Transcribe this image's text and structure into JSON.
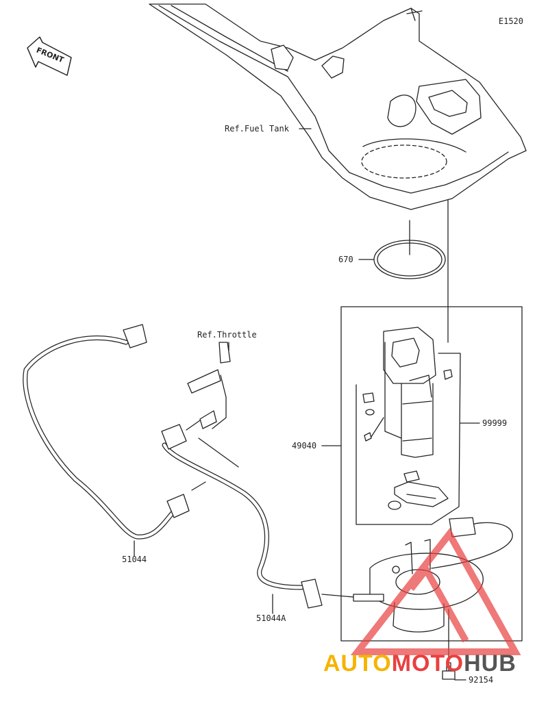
{
  "diagram_code": "E1520",
  "front_label": "FRONT",
  "labels": {
    "fuel_tank": "Ref.Fuel Tank",
    "throttle": "Ref.Throttle",
    "o_ring": "670",
    "pump_assy": "49040",
    "parts_set": "99999",
    "hose_a": "51044",
    "hose_b": "51044A",
    "bolt": "92154"
  },
  "watermark": {
    "part1": "AUTO",
    "part2": "MOTO",
    "part3": "HUB",
    "colors": {
      "auto": "#f5b400",
      "moto": "#e94040",
      "hub": "#555555"
    }
  },
  "icons": [
    "front-arrow-icon",
    "watermark-triangle-icon"
  ]
}
